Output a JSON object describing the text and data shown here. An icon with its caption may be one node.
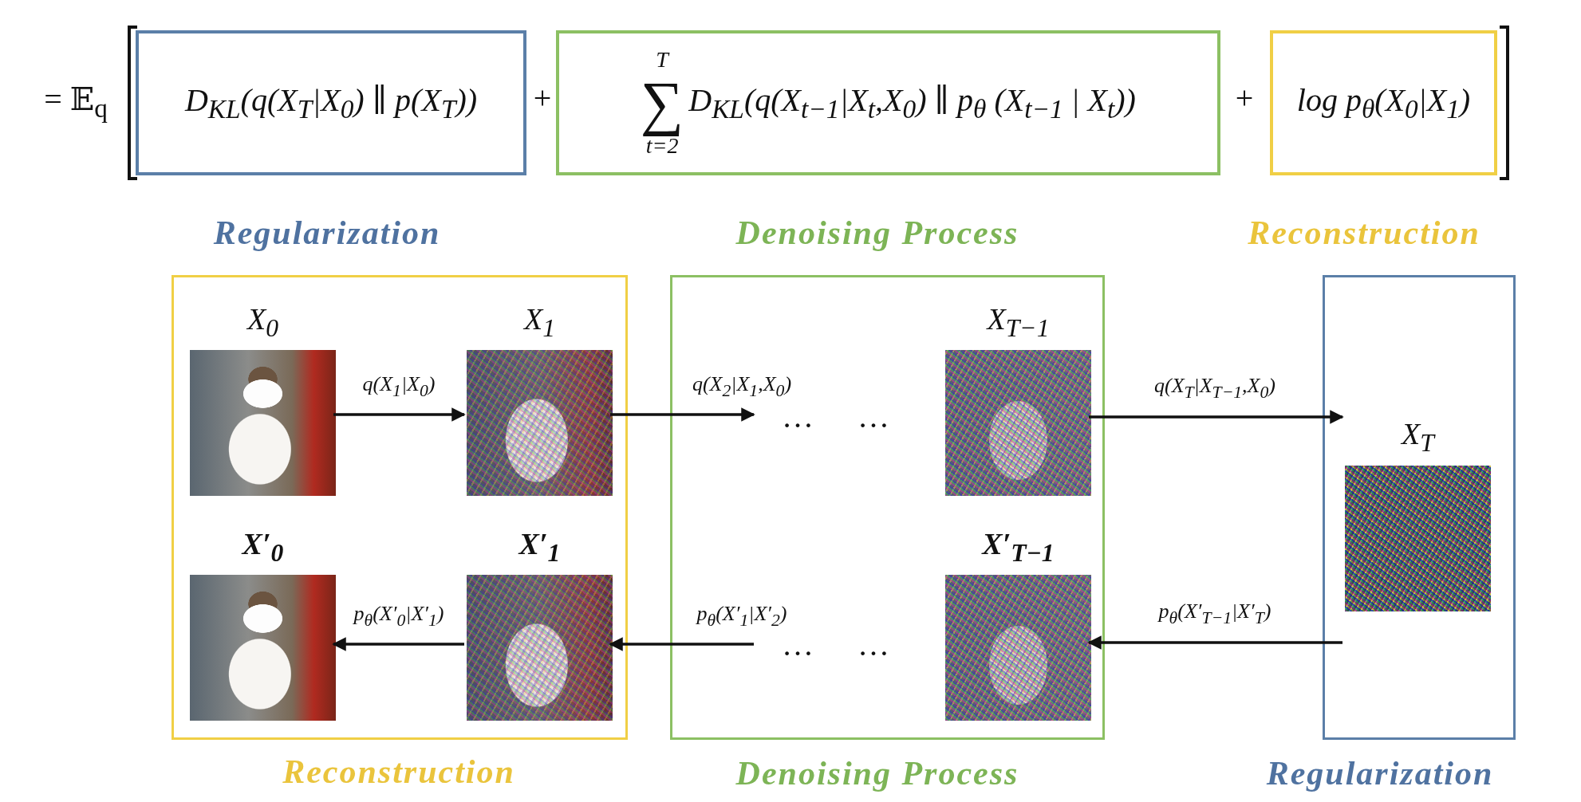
{
  "diagram": {
    "nodes": [
      {
        "text": [
          "D$_{KL}$(q(X$_{T}$|X$_{0}$) ∥ p(X$_{T}$))"
        ],
        "beside": [
          "Regularization"
        ]
      },
      {
        "text": [
          "∑$_{t=2}$$^{T}$",
          "D$_{KL}$(q(X$_{t−1}$|X$_{t}$,X$_{0}$) ∥ p$_{θ}$ (X$_{t−1}$ | X$_{t}$))"
        ],
        "beside": [
          "Denoising Process"
        ]
      },
      {
        "text": [
          "log p$_{θ}$(X$_{0}$|X$_{1}$)"
        ],
        "beside": [
          "Reconstruction"
        ]
      },
      {
        "text": [],
        "shape": "box",
        "beside": [
          "Reconstruction"
        ]
      },
      {
        "text": [
          "X$_{0}$"
        ],
        "in": 3
      },
      {
        "text": [
          "X$_{1}$"
        ],
        "in": 3
      },
      {
        "text": [
          "X′$_{0}$"
        ],
        "in": 3
      },
      {
        "text": [
          "X′$_{1}$"
        ],
        "in": 3
      },
      {
        "text": [],
        "shape": "box",
        "beside": [
          "Denoising Process"
        ]
      },
      {
        "text": [
          "X$_{T−1}$"
        ],
        "in": 8
      },
      {
        "text": [
          "X′$_{T−1}$"
        ],
        "in": 8
      },
      {
        "text": [],
        "shape": "box",
        "beside": [
          "Regularization"
        ]
      },
      {
        "text": [
          "X$_{T}$"
        ],
        "in": 11
      }
    ],
    "edges": [
      {
        "from": 4,
        "to": 5,
        "arrow": "to",
        "label": "q(X$_{1}$|X$_{0}$)"
      },
      {
        "from": 5,
        "to": null,
        "arrow": "to",
        "label": "q(X$_{2}$|X$_{1}$,X$_{0}$)"
      },
      {
        "from": 9,
        "to": 12,
        "arrow": "to",
        "label": "q(X$_{T}$|X$_{T−1}$,X$_{0}$)"
      },
      {
        "from": 7,
        "to": 6,
        "arrow": "to",
        "label": "p$_{θ}$(X′$_{0}$|X′$_{1}$)"
      },
      {
        "from": null,
        "to": 7,
        "arrow": "to",
        "label": "p$_{θ}$(X′$_{1}$|X′$_{2}$)"
      },
      {
        "from": 12,
        "to": 10,
        "arrow": "to",
        "label": "p$_{θ}$(X′$_{T−1}$|X′$_{T}$)"
      }
    ],
    "labels": [
      "= 𝔼$_{q}$",
      "+",
      "+",
      "…",
      "…",
      "…",
      "…"
    ]
  }
}
